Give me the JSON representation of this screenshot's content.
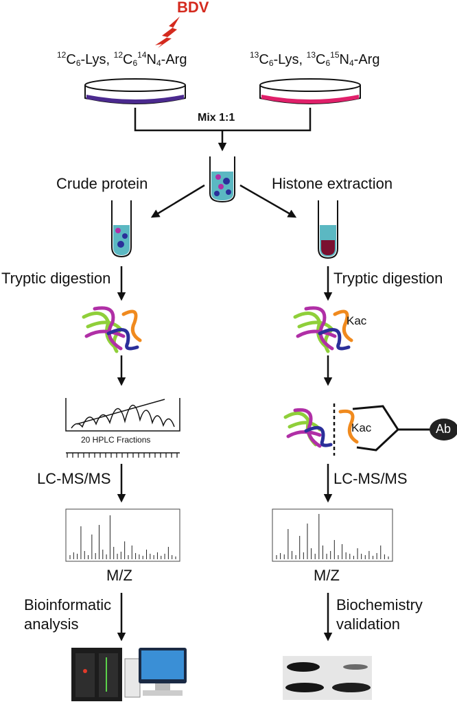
{
  "top": {
    "stimulus": "BDV",
    "light_label": {
      "iso1": "12",
      "part1": "C",
      "sub1": "6",
      "mid1": "-Lys, ",
      "iso2": "12",
      "part2": "C",
      "sub2": "6",
      "iso3": "14",
      "part3": "N",
      "sub3": "4",
      "end": "-Arg"
    },
    "heavy_label": {
      "iso1": "13",
      "part1": "C",
      "sub1": "6",
      "mid1": "-Lys, ",
      "iso2": "13",
      "part2": "C",
      "sub2": "6",
      "iso3": "15",
      "part3": "N",
      "sub3": "4",
      "end": "-Arg"
    },
    "mix": "Mix 1:1"
  },
  "left": {
    "branch_title": "Crude protein",
    "digestion": "Tryptic digestion",
    "fractions": "20 HPLC Fractions",
    "ms_step": "LC-MS/MS",
    "ms_axis": "M/Z",
    "analysis": [
      "Bioinformatic",
      "analysis"
    ]
  },
  "right": {
    "branch_title": "Histone extraction",
    "digestion": "Tryptic digestion",
    "kac_label_1": "Kac",
    "kac_label_2": "Kac",
    "antibody": "Ab",
    "ms_step": "LC-MS/MS",
    "ms_axis": "M/Z",
    "analysis": [
      "Biochemistry",
      "validation"
    ]
  },
  "colors": {
    "light_dish": "#4b2a8f",
    "heavy_dish": "#e0206a",
    "bdv_red": "#d42a1e",
    "tube_fluid": "#5bb8c2",
    "peptide_purple": "#b02fa6",
    "peptide_green": "#8fcf3a",
    "peptide_blue": "#2b2f9a",
    "peptide_orange": "#f08a1e"
  },
  "icons": [
    "lightning-icon",
    "petri-dish-icon",
    "test-tube-icon",
    "peptide-cluster-icon",
    "chromatogram-icon",
    "mass-spectrum-icon",
    "server-icon",
    "computer-icon",
    "western-blot-icon",
    "antibody-icon"
  ]
}
